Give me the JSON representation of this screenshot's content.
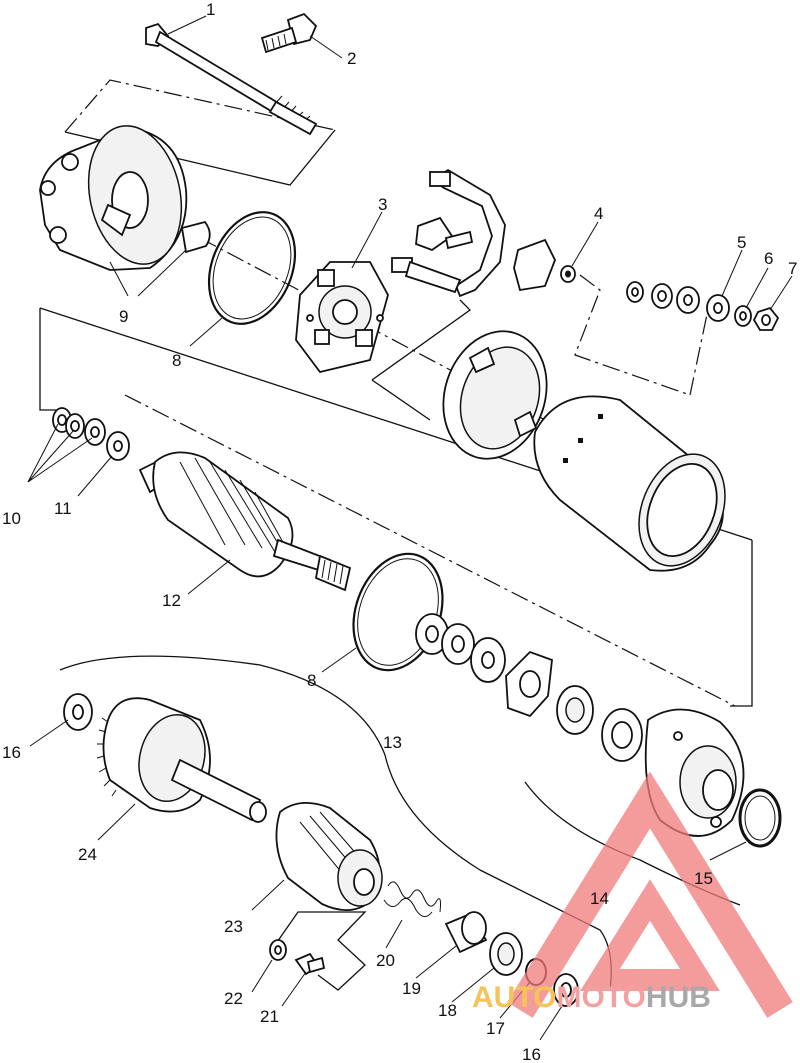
{
  "callouts": [
    {
      "label": "1"
    },
    {
      "label": "2"
    },
    {
      "label": "3"
    },
    {
      "label": "4"
    },
    {
      "label": "5"
    },
    {
      "label": "6"
    },
    {
      "label": "7"
    },
    {
      "label": "8"
    },
    {
      "label": "9"
    },
    {
      "label": "10"
    },
    {
      "label": "11"
    },
    {
      "label": "12"
    },
    {
      "label": "8"
    },
    {
      "label": "13"
    },
    {
      "label": "14"
    },
    {
      "label": "15"
    },
    {
      "label": "16"
    },
    {
      "label": "24"
    },
    {
      "label": "23"
    },
    {
      "label": "20"
    },
    {
      "label": "22"
    },
    {
      "label": "21"
    },
    {
      "label": "19"
    },
    {
      "label": "18"
    },
    {
      "label": "17"
    },
    {
      "label": "16"
    }
  ],
  "watermark": {
    "part1": "AUTO",
    "part2": "MOTO",
    "part3": "HUB",
    "colors": {
      "auto": "#f5c35a",
      "moto": "#f2a0a0",
      "hub": "#a8a8a8",
      "triangle": "#f07a7a"
    }
  }
}
